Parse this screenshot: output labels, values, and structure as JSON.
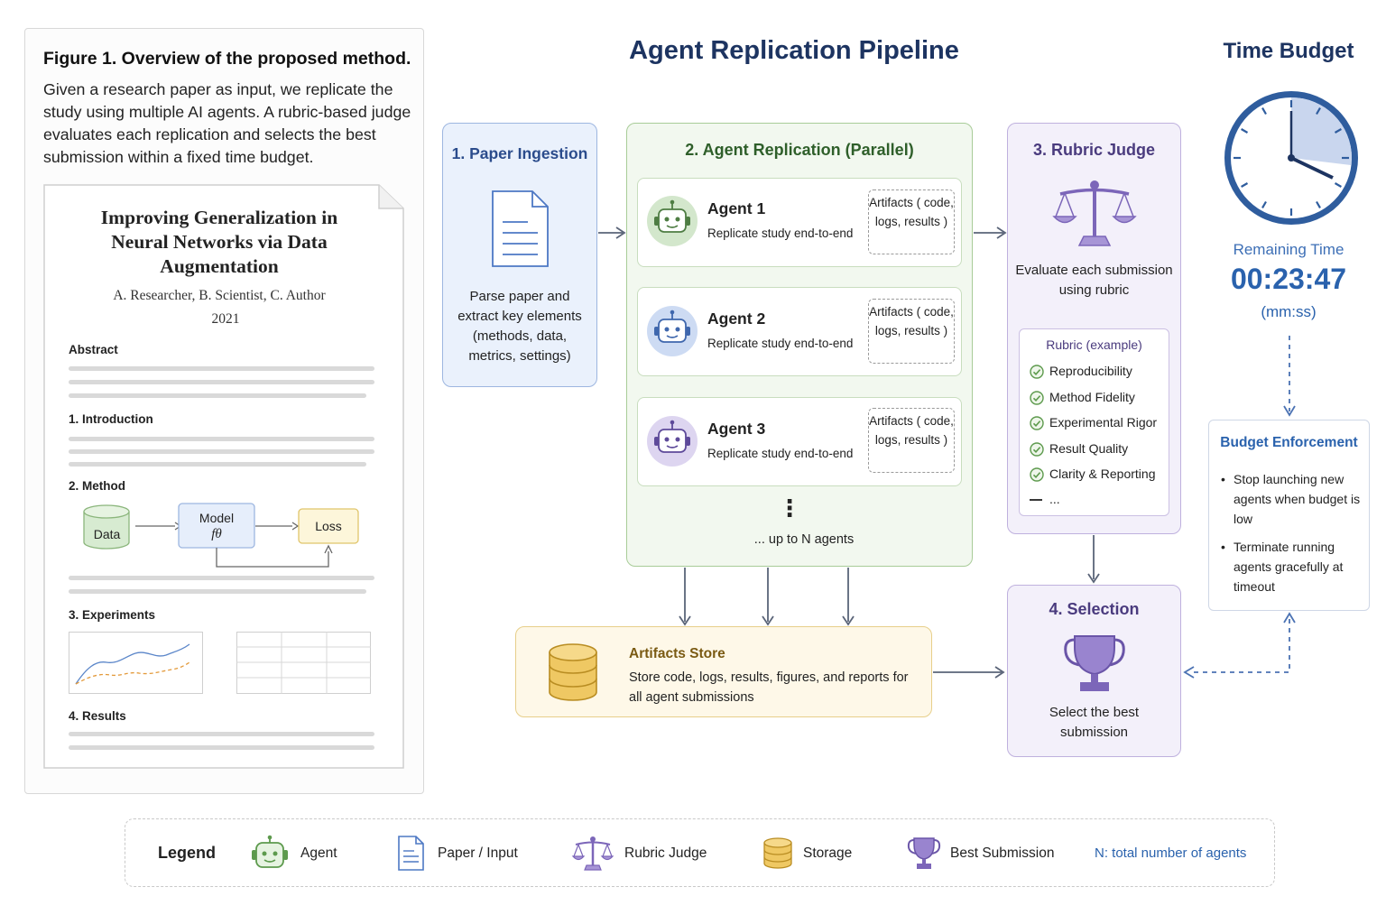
{
  "figure": {
    "title": "Figure  1. Overview of the proposed method.",
    "caption": "Given a research paper as input, we replicate the study using multiple AI agents. A rubric-based judge evaluates each replication and selects the best submission within a fixed time budget."
  },
  "paper": {
    "title": "Improving Generalization in Neural Networks via Data Augmentation",
    "authors": "A. Researcher, B. Scientist, C. Author",
    "year": "2021",
    "sections": [
      "Abstract",
      "1. Introduction",
      "2. Method",
      "3. Experiments",
      "4. Results"
    ],
    "method_diagram": {
      "data": "Data",
      "model": "Model",
      "model_symbol": "fθ",
      "loss": "Loss"
    }
  },
  "pipeline": {
    "title": "Agent Replication Pipeline",
    "stage1": {
      "title": "1. Paper Ingestion",
      "description": "Parse paper and extract key elements (methods, data, metrics, settings)"
    },
    "stage2": {
      "title": "2. Agent Replication (Parallel)",
      "agents": [
        {
          "name": "Agent 1",
          "desc": "Replicate study end-to-end",
          "artifacts": "Artifacts ( code, logs, results )"
        },
        {
          "name": "Agent 2",
          "desc": "Replicate study end-to-end",
          "artifacts": "Artifacts ( code, logs, results )"
        },
        {
          "name": "Agent 3",
          "desc": "Replicate study end-to-end",
          "artifacts": "Artifacts ( code, logs, results )"
        }
      ],
      "ellipsis": "⋮",
      "more": "... up to N agents"
    },
    "stage3": {
      "title": "3. Rubric Judge",
      "description": "Evaluate each submission using rubric",
      "rubric_title": "Rubric (example)",
      "rubric_items": [
        "Reproducibility",
        "Method Fidelity",
        "Experimental Rigor",
        "Result Quality",
        "Clarity & Reporting"
      ],
      "rubric_more": "..."
    },
    "stage4": {
      "title": "4. Selection",
      "description": "Select the best submission"
    },
    "store": {
      "title": "Artifacts Store",
      "description": "Store code, logs, results, figures, and reports for all agent submissions"
    }
  },
  "time_budget": {
    "title": "Time Budget",
    "remaining_label": "Remaining Time",
    "remaining_value": "00:23:47",
    "unit": "(mm:ss)",
    "enforcement_title": "Budget Enforcement",
    "rules": [
      "Stop launching new agents when budget is low",
      "Terminate running agents gracefully at timeout"
    ]
  },
  "legend": {
    "title": "Legend",
    "items": [
      "Agent",
      "Paper / Input",
      "Rubric Judge",
      "Storage",
      "Best Submission"
    ],
    "note": "N: total number of agents"
  },
  "colors": {
    "navy": "#1d3461",
    "blue": "#2a62ad",
    "green": "#2f5f2a",
    "purple": "#4a3b7e",
    "gold": "#7a5a12"
  }
}
